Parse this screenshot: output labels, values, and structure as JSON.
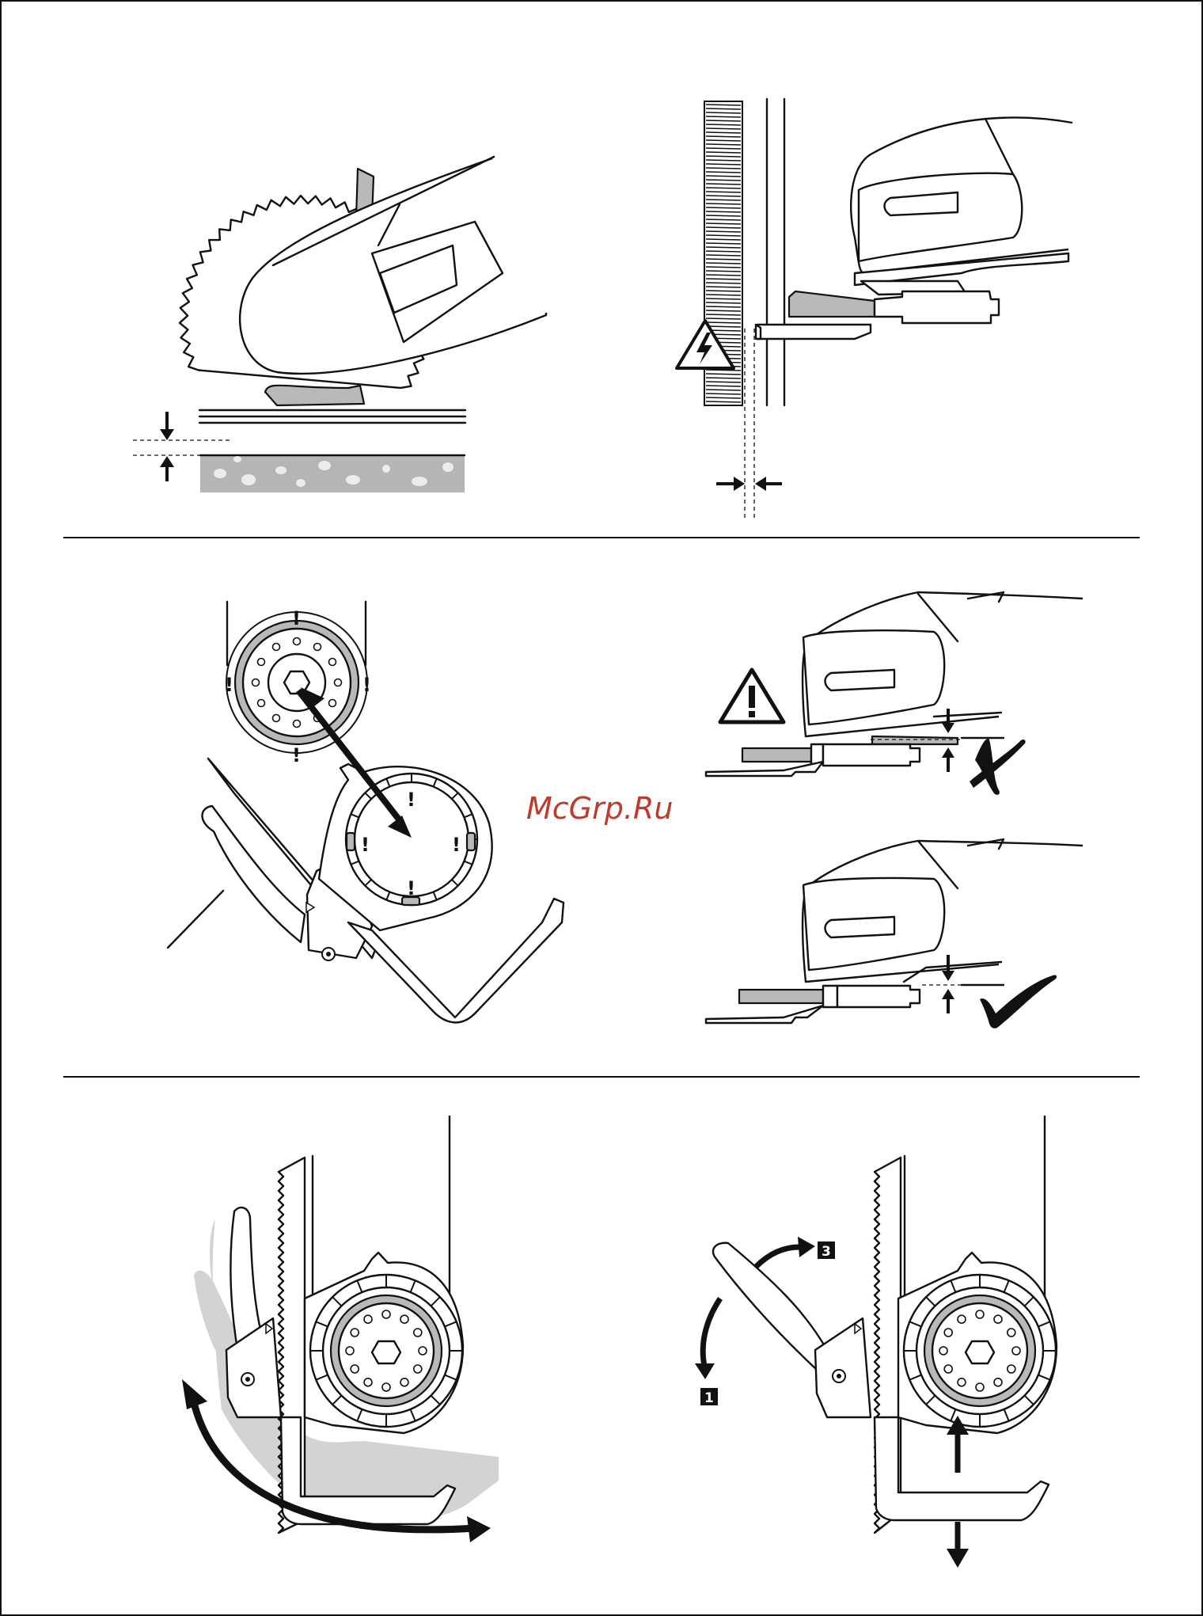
{
  "watermark": {
    "text": "McGrp.Ru",
    "color": "#c0392b"
  },
  "panels": {
    "blade_depth": {
      "icon": "blade-depth-gap-icon"
    },
    "wall_clearance": {
      "warning_icon": "electric-hazard-icon"
    },
    "clamp_alignment": {
      "marks": [
        "!",
        "!",
        "!",
        "!",
        "!",
        "!",
        "!",
        "!"
      ]
    },
    "accessory_seating": {
      "warning_icon": "warning-triangle-icon",
      "wrong_icon": "cross-mark-icon",
      "correct_icon": "check-mark-icon"
    },
    "lever_swing": {
      "icon": "curved-double-arrow-icon"
    },
    "lever_steps": {
      "step_a": "3",
      "step_b": "1"
    }
  },
  "colors": {
    "line": "#111111",
    "gray": "#b9b9b9",
    "ghost": "#d3d3d3"
  }
}
